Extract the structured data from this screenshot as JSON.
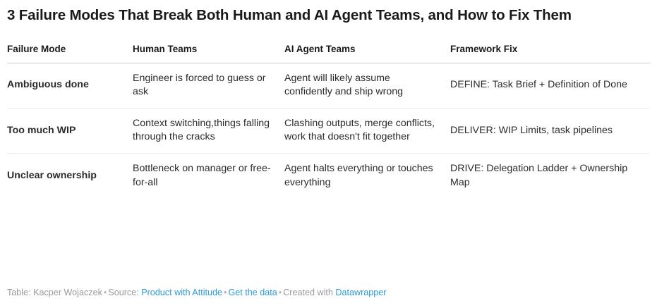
{
  "title": "3 Failure Modes That Break Both Human and AI Agent Teams, and How to Fix Them",
  "table": {
    "columns": [
      "Failure Mode",
      "Human Teams",
      "AI Agent Teams",
      "Framework Fix"
    ],
    "rows": [
      {
        "failure_mode": "Ambiguous done",
        "human_teams": "Engineer is forced to guess or ask",
        "ai_agent_teams": "Agent will likely assume confidently and ship wrong",
        "framework_fix": "DEFINE: Task Brief + Definition of Done"
      },
      {
        "failure_mode": "Too much WIP",
        "human_teams": "Context switching,things falling through the cracks",
        "ai_agent_teams": "Clashing outputs, merge conflicts, work that doesn't fit together",
        "framework_fix": "DELIVER: WIP Limits, task pipelines"
      },
      {
        "failure_mode": "Unclear ownership",
        "human_teams": "Bottleneck on manager or free-for-all",
        "ai_agent_teams": "Agent halts everything or touches everything",
        "framework_fix": "DRIVE: Delegation Ladder + Ownership Map"
      }
    ]
  },
  "credits": {
    "table_label": "Table: Kacper Wojaczek",
    "source_label": "Source:",
    "source_link": "Product with Attitude",
    "get_data_link": "Get the data",
    "created_with_label": "Created with",
    "created_with_link": "Datawrapper",
    "separator": "•"
  },
  "colors": {
    "link": "#2b9ad6",
    "credits_text": "#999999",
    "header_rule": "#cdcdcd",
    "row_rule": "#ececec",
    "text": "#2b2b2b",
    "background": "#ffffff"
  }
}
